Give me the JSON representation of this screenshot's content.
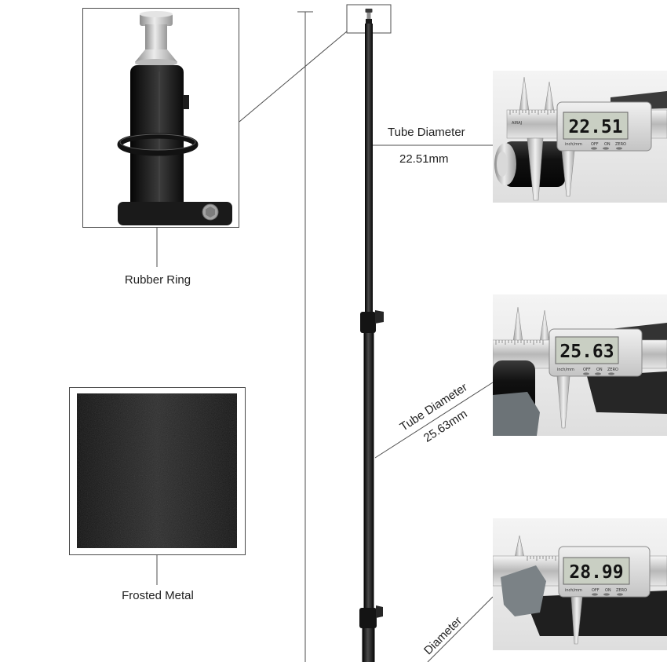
{
  "callouts": {
    "rubber_ring": "Rubber Ring",
    "frosted_metal": "Frosted Metal",
    "top_tube": {
      "label": "Tube Diameter",
      "value": "22.51mm"
    },
    "middle_tube": {
      "label": "Tube Diameter",
      "value": "25.63mm"
    },
    "bottom_tube": {
      "label": "Diameter"
    }
  },
  "calipers": [
    {
      "reading": "22.51",
      "brand": "AIRAJ",
      "unit_label": "inch/mm",
      "buttons": [
        "OFF",
        "ON",
        "ZERO"
      ]
    },
    {
      "reading": "25.63",
      "unit_label": "inch/mm",
      "buttons": [
        "OFF",
        "ON",
        "ZERO"
      ]
    },
    {
      "reading": "28.99",
      "unit_label": "inch/mm",
      "buttons": [
        "OFF",
        "ON",
        "ZERO"
      ]
    }
  ],
  "colors": {
    "line": "#4d4d4d",
    "text": "#222222",
    "lcd": "#c9cfc3",
    "pole": "#111111"
  }
}
